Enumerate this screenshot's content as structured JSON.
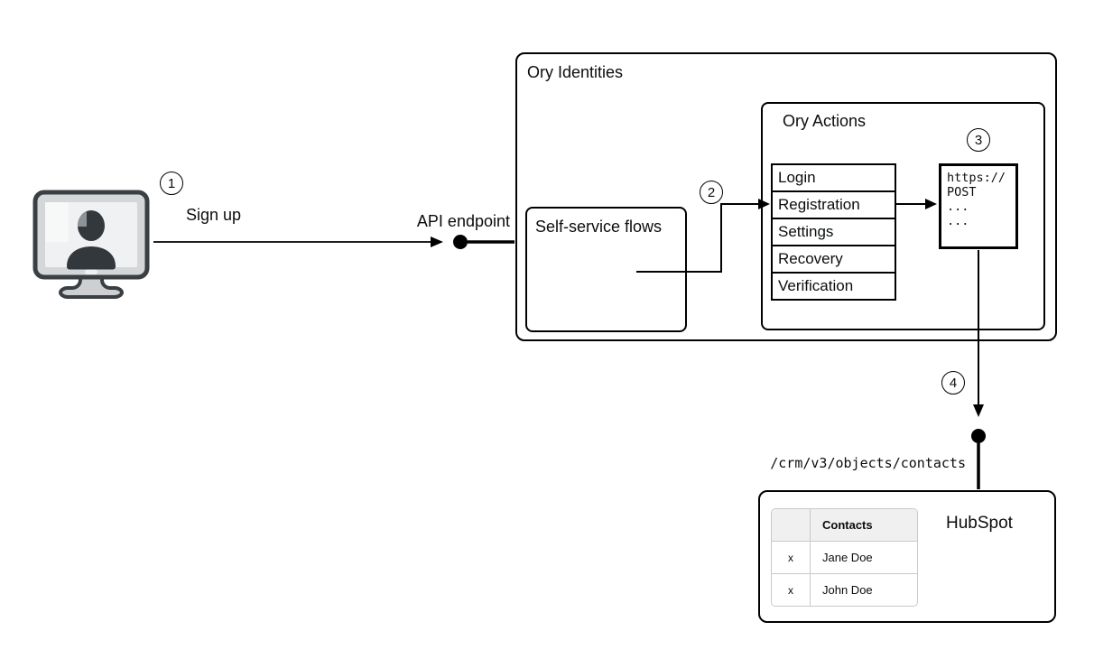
{
  "diagram": {
    "steps": [
      {
        "number": "1",
        "label": "Sign up"
      },
      {
        "number": "2"
      },
      {
        "number": "3"
      },
      {
        "number": "4"
      }
    ],
    "api_endpoint_label": "API endpoint",
    "ory_identities": {
      "title": "Ory Identities"
    },
    "self_service_flows": {
      "title": "Self-service flows"
    },
    "ory_actions": {
      "title": "Ory Actions",
      "flows": [
        "Login",
        "Registration",
        "Settings",
        "Recovery",
        "Verification"
      ]
    },
    "webhook_request": {
      "lines": [
        "https://",
        "POST",
        "...",
        "..."
      ]
    },
    "hubspot": {
      "endpoint_path": "/crm/v3/objects/contacts",
      "title": "HubSpot",
      "contacts_table": {
        "header": "Contacts",
        "rows": [
          {
            "mark": "x",
            "name": "Jane Doe"
          },
          {
            "mark": "x",
            "name": "John Doe"
          }
        ]
      }
    },
    "colors": {
      "line": "#000000",
      "box_border": "#000000",
      "contacts_header_bg": "#f0f0f1",
      "contacts_border": "#c9c9c9",
      "icon_dark": "#3a3f44",
      "icon_frame": "#d4d6d8",
      "icon_screen": "#f0f1f2",
      "icon_person": "#33383d"
    }
  }
}
